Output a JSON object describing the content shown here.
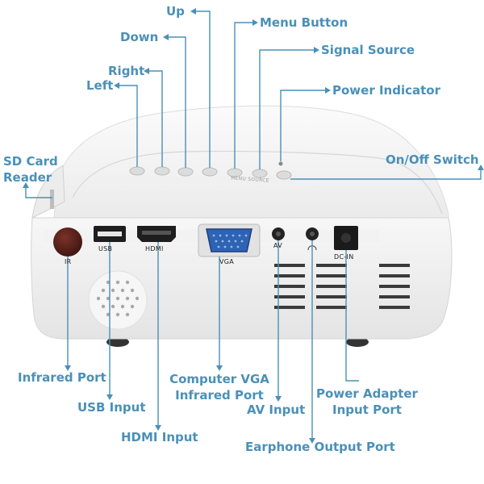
{
  "labels": {
    "up": "Up",
    "down": "Down",
    "right": "Right",
    "left": "Left",
    "menu_button": "Menu Button",
    "signal_source": "Signal Source",
    "power_indicator": "Power Indicator",
    "on_off_switch": "On/Off Switch",
    "sd_card_reader": "SD Card Reader",
    "infrared_port": "Infrared Port",
    "usb_input": "USB Input",
    "hdmi_input": "HDMI Input",
    "computer_vga": "Computer VGA Infrared Port",
    "av_input": "AV Input",
    "earphone_output": "Earphone Output Port",
    "power_adapter": "Power Adapter Input Port"
  },
  "device_labels": {
    "ir": "IR",
    "usb": "USB",
    "hdmi": "HDMI",
    "vga": "VGA",
    "av": "AV",
    "dc_in": "DC-IN",
    "button_print": "MENU SOURCE"
  },
  "colors": {
    "accent": "#4a90b8",
    "body": "#f4f4f4",
    "ir_window": "#5a1f1a"
  }
}
